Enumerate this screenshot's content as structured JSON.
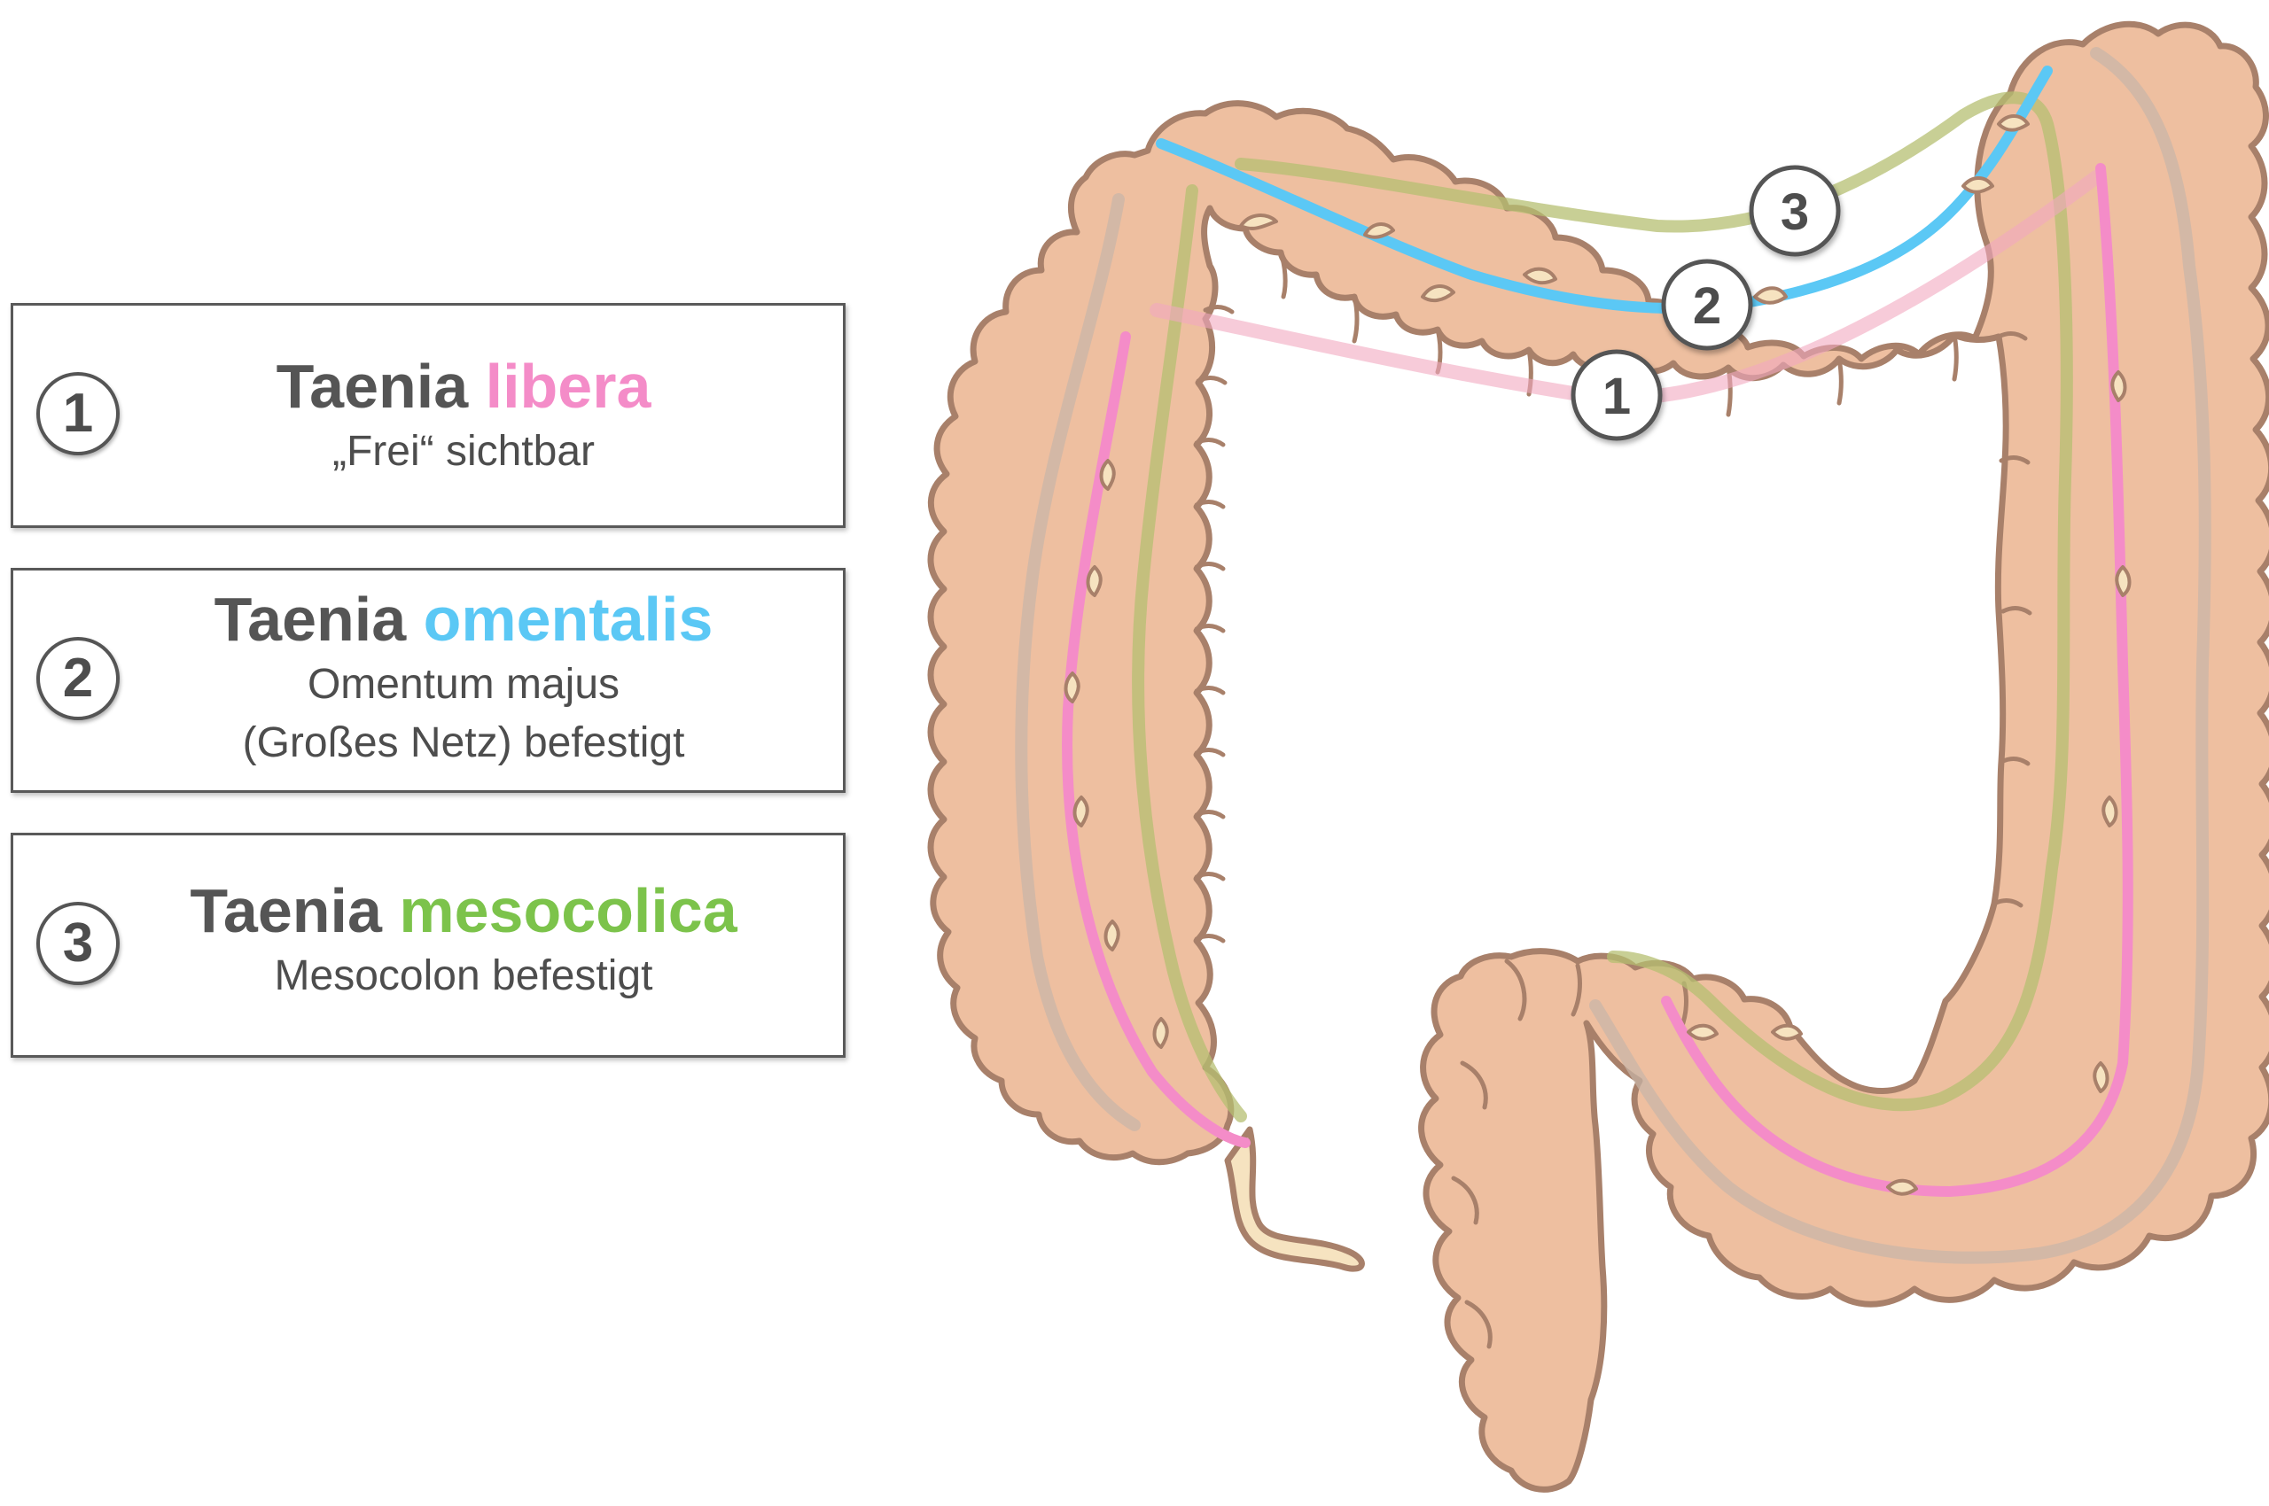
{
  "legend": [
    {
      "number": "1",
      "title_main": "Taenia",
      "title_colored": "libera",
      "color": "#f48cc8",
      "desc_lines": [
        "„Frei“ sichtbar"
      ]
    },
    {
      "number": "2",
      "title_main": "Taenia",
      "title_colored": "omentalis",
      "color": "#5bc8f5",
      "desc_lines": [
        "Omentum majus",
        "(Großes Netz) befestigt"
      ]
    },
    {
      "number": "3",
      "title_main": "Taenia",
      "title_colored": "mesocolica",
      "color": "#7cc34b",
      "desc_lines": [
        "Mesocolon befestigt"
      ]
    }
  ],
  "markers": [
    {
      "number": "1"
    },
    {
      "number": "2"
    },
    {
      "number": "3"
    }
  ],
  "colors": {
    "colon_fill": "#eebfa0",
    "colon_outline": "#a8806a",
    "libera": "#f48cc8",
    "omentalis": "#5bc8f5",
    "mesocolica": "#7cc34b",
    "appendices_epiploicae": "#f6e3c0"
  }
}
